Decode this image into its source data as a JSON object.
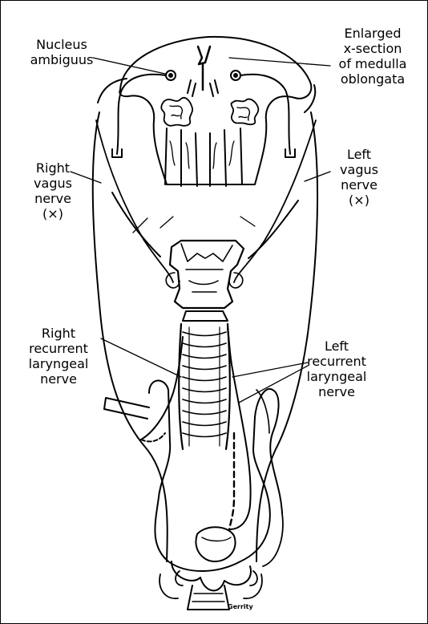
{
  "labels": {
    "nucleus_ambiguus": [
      "Nucleus",
      "ambiguus"
    ],
    "medulla": [
      "Enlarged",
      "x-section",
      "of medulla",
      "oblongata"
    ],
    "right_vagus": [
      "Right",
      "vagus",
      "nerve",
      "(×)"
    ],
    "left_vagus": [
      "Left",
      "vagus",
      "nerve",
      "(×)"
    ],
    "right_recurrent": [
      "Right",
      "recurrent",
      "laryngeal",
      "nerve"
    ],
    "left_recurrent": [
      "Left",
      "recurrent",
      "laryngeal",
      "nerve"
    ]
  },
  "signature": "Gerrity"
}
